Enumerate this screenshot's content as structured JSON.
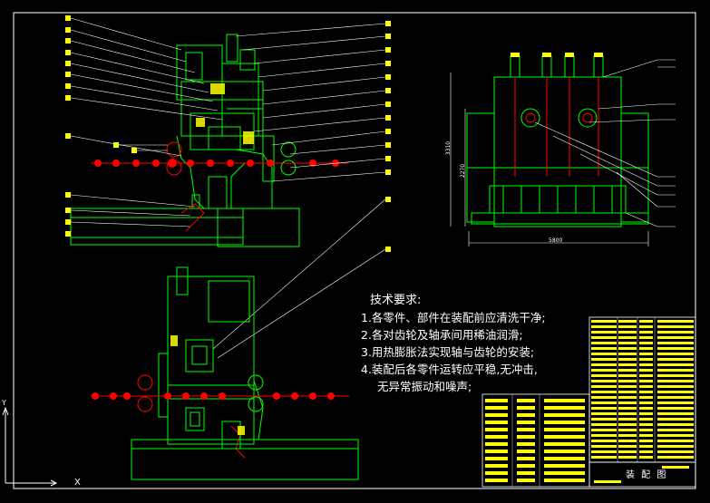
{
  "drawing": {
    "notes": {
      "title": "技术要求:",
      "lines": [
        "1.各零件、部件在装配前应清洗干净;",
        "2.各对齿轮及轴承间用稀油润滑;",
        "3.用热膨胀法实现轴与齿轮的安装;",
        "4.装配后各零件运转应平稳,无冲击,",
        "无异常振动和噪声;"
      ]
    },
    "title_block_name": "装 配 图",
    "dimensions": {
      "height_total": "3310",
      "height_inner": "2270",
      "width_total": "5800"
    },
    "axis": {
      "x_label": "X",
      "y_label": "Y"
    },
    "colors": {
      "background": "#000000",
      "frame": "#ffffff",
      "machine": "#00ff00",
      "rollers": "#ff0000",
      "leaders": "#ffffff",
      "tags": "#ffff00",
      "hatch": "#ffff00"
    }
  }
}
